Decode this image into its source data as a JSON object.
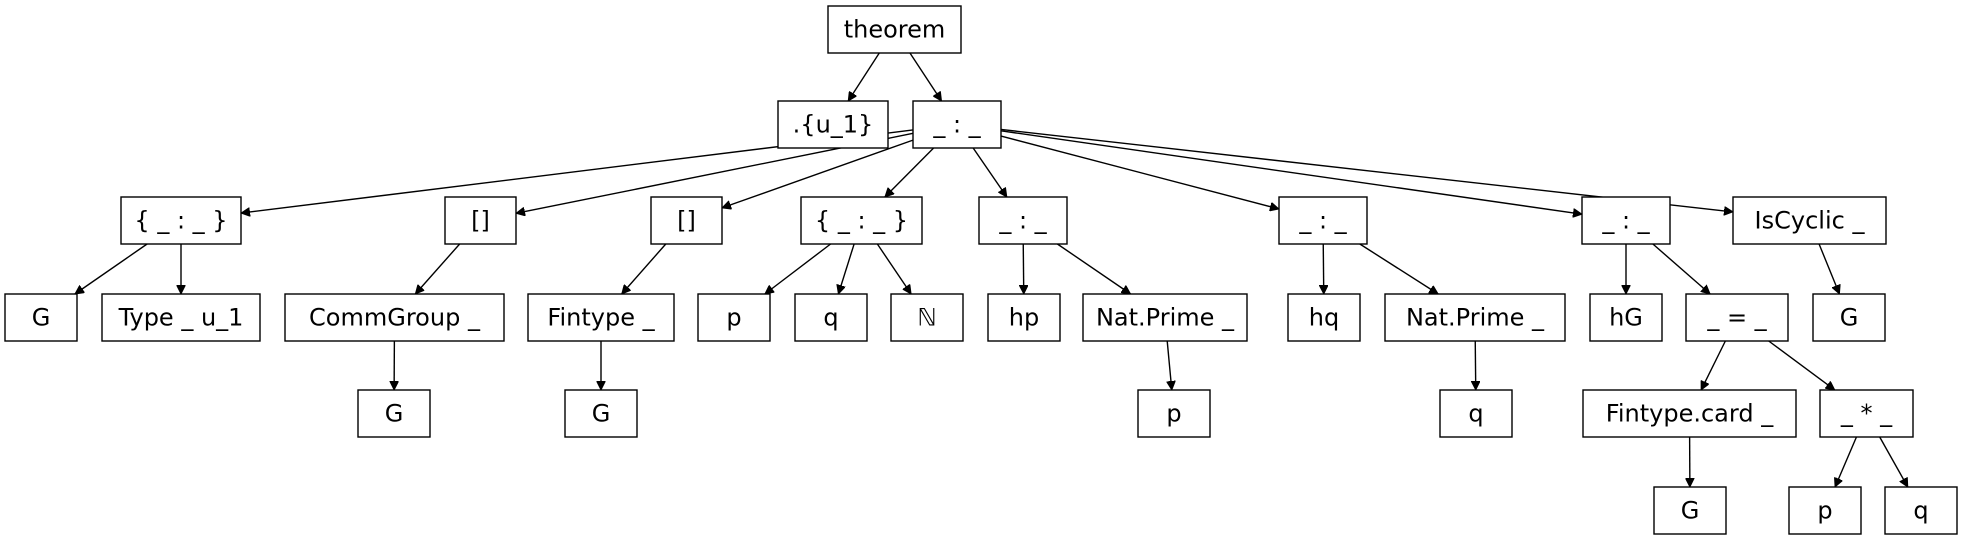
{
  "nodes": [
    {
      "id": "theorem",
      "label": "theorem"
    },
    {
      "id": "univ",
      "label": ".{u_1}"
    },
    {
      "id": "colon_main",
      "label": "_ : _"
    },
    {
      "id": "binder_G",
      "label": "{ _ : _ }"
    },
    {
      "id": "inst1",
      "label": "[]"
    },
    {
      "id": "inst2",
      "label": "[]"
    },
    {
      "id": "binder_pq",
      "label": "{ _ : _ }"
    },
    {
      "id": "colon_hp",
      "label": "_ : _"
    },
    {
      "id": "colon_hq",
      "label": "_ : _"
    },
    {
      "id": "colon_hG",
      "label": "_ : _"
    },
    {
      "id": "iscyclic",
      "label": "IsCyclic _"
    },
    {
      "id": "G1",
      "label": "G"
    },
    {
      "id": "type_u1",
      "label": "Type _ u_1"
    },
    {
      "id": "commgroup",
      "label": "CommGroup _"
    },
    {
      "id": "fintype",
      "label": "Fintype _"
    },
    {
      "id": "p1",
      "label": "p"
    },
    {
      "id": "q1",
      "label": "q"
    },
    {
      "id": "nat",
      "label": "ℕ"
    },
    {
      "id": "hp",
      "label": "hp"
    },
    {
      "id": "natprime_p",
      "label": "Nat.Prime _"
    },
    {
      "id": "hq",
      "label": "hq"
    },
    {
      "id": "natprime_q",
      "label": "Nat.Prime _"
    },
    {
      "id": "hG",
      "label": "hG"
    },
    {
      "id": "eq",
      "label": "_ = _"
    },
    {
      "id": "G_cyc",
      "label": "G"
    },
    {
      "id": "G_comm",
      "label": "G"
    },
    {
      "id": "G_fin",
      "label": "G"
    },
    {
      "id": "p2",
      "label": "p"
    },
    {
      "id": "q2",
      "label": "q"
    },
    {
      "id": "card",
      "label": "Fintype.card _"
    },
    {
      "id": "mul",
      "label": "_ * _"
    },
    {
      "id": "G_card",
      "label": "G"
    },
    {
      "id": "p3",
      "label": "p"
    },
    {
      "id": "q3",
      "label": "q"
    }
  ],
  "edges": [
    [
      "theorem",
      "univ"
    ],
    [
      "theorem",
      "colon_main"
    ],
    [
      "colon_main",
      "binder_G"
    ],
    [
      "colon_main",
      "inst1"
    ],
    [
      "colon_main",
      "inst2"
    ],
    [
      "colon_main",
      "binder_pq"
    ],
    [
      "colon_main",
      "colon_hp"
    ],
    [
      "colon_main",
      "colon_hq"
    ],
    [
      "colon_main",
      "colon_hG"
    ],
    [
      "colon_main",
      "iscyclic"
    ],
    [
      "binder_G",
      "G1"
    ],
    [
      "binder_G",
      "type_u1"
    ],
    [
      "inst1",
      "commgroup"
    ],
    [
      "inst2",
      "fintype"
    ],
    [
      "binder_pq",
      "p1"
    ],
    [
      "binder_pq",
      "q1"
    ],
    [
      "binder_pq",
      "nat"
    ],
    [
      "colon_hp",
      "hp"
    ],
    [
      "colon_hp",
      "natprime_p"
    ],
    [
      "colon_hq",
      "hq"
    ],
    [
      "colon_hq",
      "natprime_q"
    ],
    [
      "colon_hG",
      "hG"
    ],
    [
      "colon_hG",
      "eq"
    ],
    [
      "iscyclic",
      "G_cyc"
    ],
    [
      "commgroup",
      "G_comm"
    ],
    [
      "fintype",
      "G_fin"
    ],
    [
      "natprime_p",
      "p2"
    ],
    [
      "natprime_q",
      "q2"
    ],
    [
      "eq",
      "card"
    ],
    [
      "eq",
      "mul"
    ],
    [
      "card",
      "G_card"
    ],
    [
      "mul",
      "p3"
    ],
    [
      "mul",
      "q3"
    ]
  ]
}
